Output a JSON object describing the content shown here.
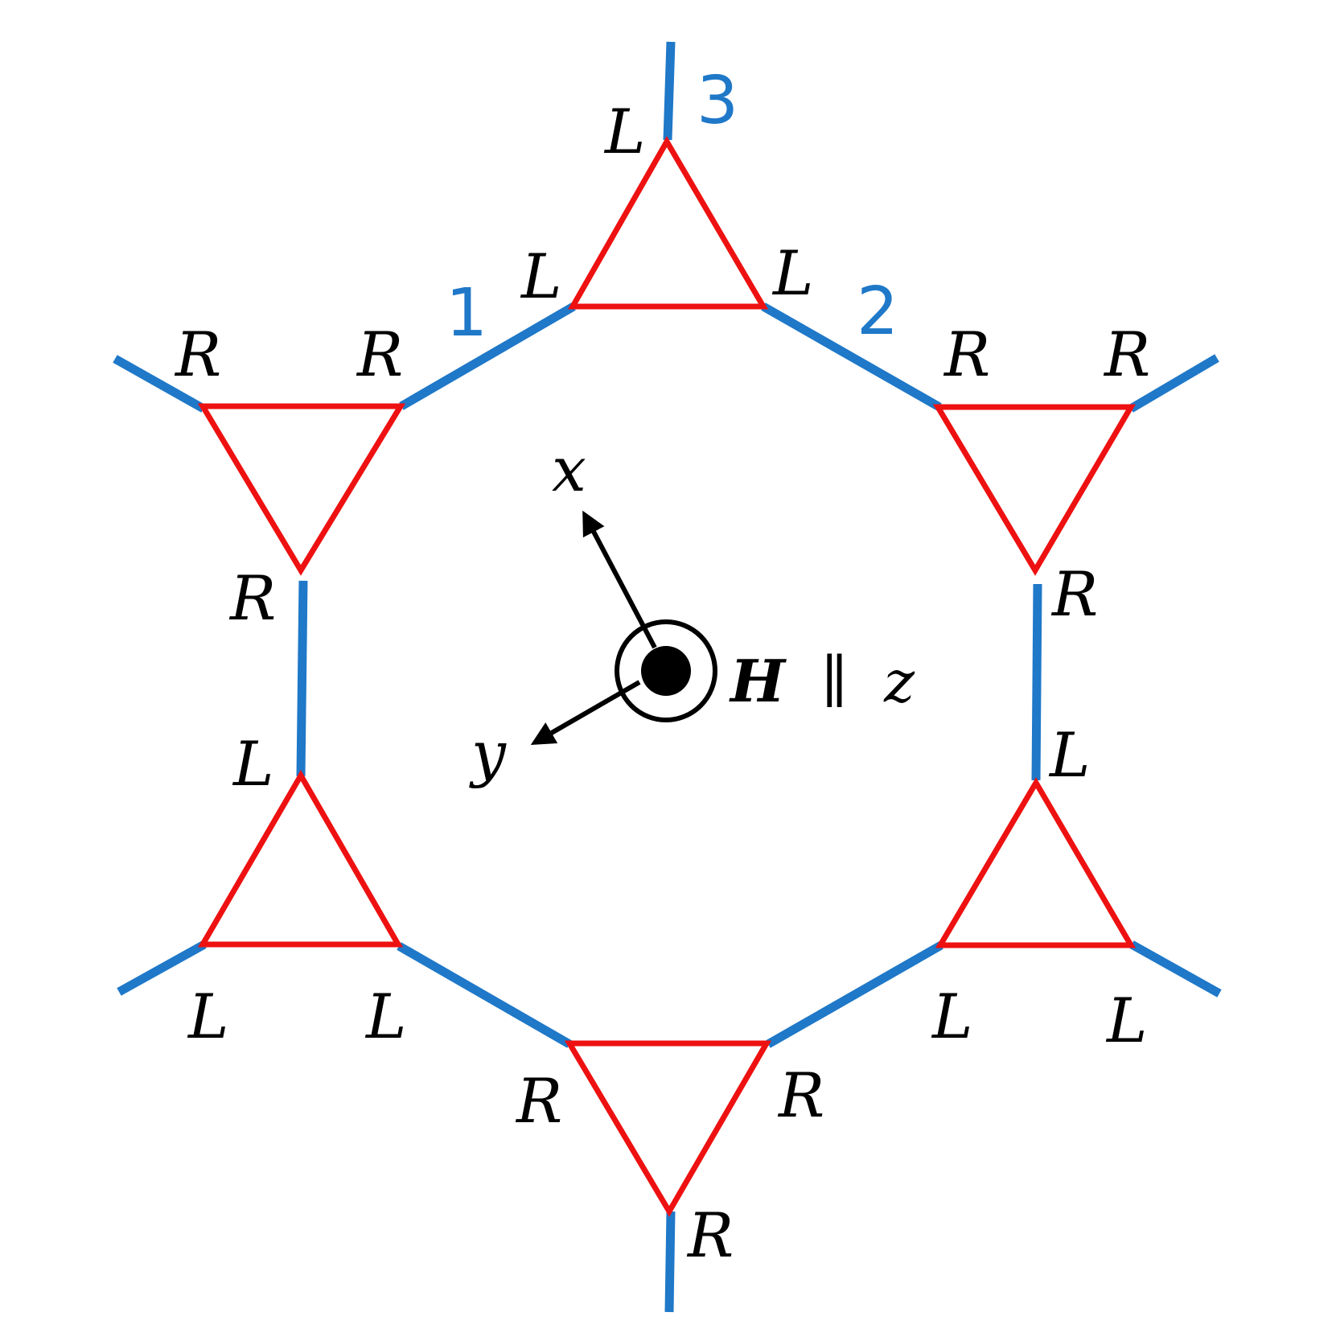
{
  "colors": {
    "intra_triangle_bond": "#ee1111",
    "inter_triangle_bond": "#1f78c8",
    "text": "#000000",
    "bond_index_text": "#1f78c8"
  },
  "bond_indices": {
    "one": "1",
    "two": "2",
    "three": "3"
  },
  "site_labels": {
    "top_apex": "L",
    "top_left": "L",
    "top_right": "L",
    "upper_left_outer": "R",
    "upper_left_inner": "R",
    "upper_left_apex": "R",
    "upper_right_inner": "R",
    "upper_right_outer": "R",
    "upper_right_apex": "R",
    "lower_left_apex": "L",
    "lower_left_outer": "L",
    "lower_left_inner": "L",
    "lower_right_apex": "L",
    "lower_right_inner": "L",
    "lower_right_outer": "L",
    "bottom_left": "R",
    "bottom_right": "R",
    "bottom_apex": "R"
  },
  "axes": {
    "x_label": "x",
    "y_label": "y"
  },
  "field": {
    "vector": "H",
    "parallel_symbol": "∥",
    "direction": "z"
  },
  "icons": {
    "out_of_plane_marker": "dot-in-circle",
    "axis_arrows": "arrow"
  }
}
